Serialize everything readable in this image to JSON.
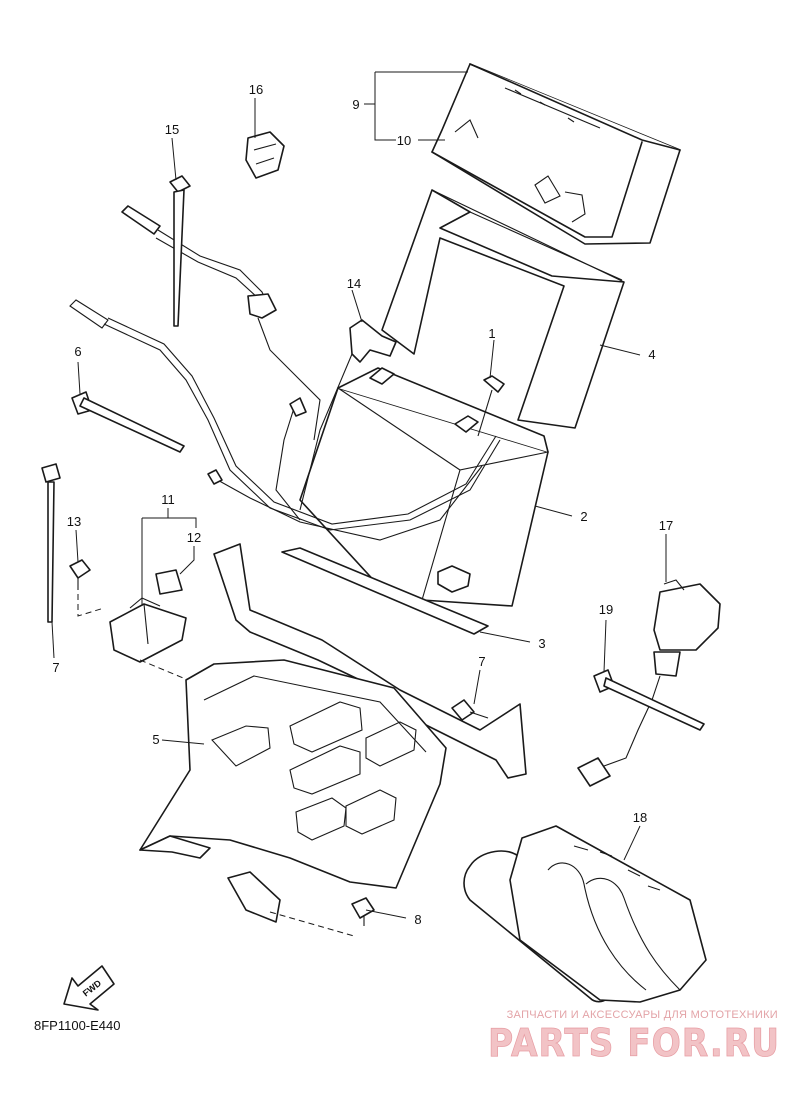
{
  "diagram": {
    "drawing_code": "8FP1100-E440",
    "direction_marker": "FWD",
    "callouts": [
      {
        "id": "c1",
        "label": "1"
      },
      {
        "id": "c2",
        "label": "2"
      },
      {
        "id": "c3",
        "label": "3"
      },
      {
        "id": "c4",
        "label": "4"
      },
      {
        "id": "c5",
        "label": "5"
      },
      {
        "id": "c6",
        "label": "6"
      },
      {
        "id": "c7a",
        "label": "7"
      },
      {
        "id": "c7b",
        "label": "7"
      },
      {
        "id": "c8",
        "label": "8"
      },
      {
        "id": "c9",
        "label": "9"
      },
      {
        "id": "c10",
        "label": "10"
      },
      {
        "id": "c11",
        "label": "11"
      },
      {
        "id": "c12",
        "label": "12"
      },
      {
        "id": "c13",
        "label": "13"
      },
      {
        "id": "c14",
        "label": "14"
      },
      {
        "id": "c15",
        "label": "15"
      },
      {
        "id": "c16",
        "label": "16"
      },
      {
        "id": "c17",
        "label": "17"
      },
      {
        "id": "c18",
        "label": "18"
      },
      {
        "id": "c19",
        "label": "19"
      }
    ]
  },
  "watermark": {
    "tagline": "ЗАПЧАСТИ И АКСЕССУАРЫ ДЛЯ МОТОТЕХНИКИ",
    "brand": "PARTS FOR.RU",
    "color": "#e79ea4"
  }
}
